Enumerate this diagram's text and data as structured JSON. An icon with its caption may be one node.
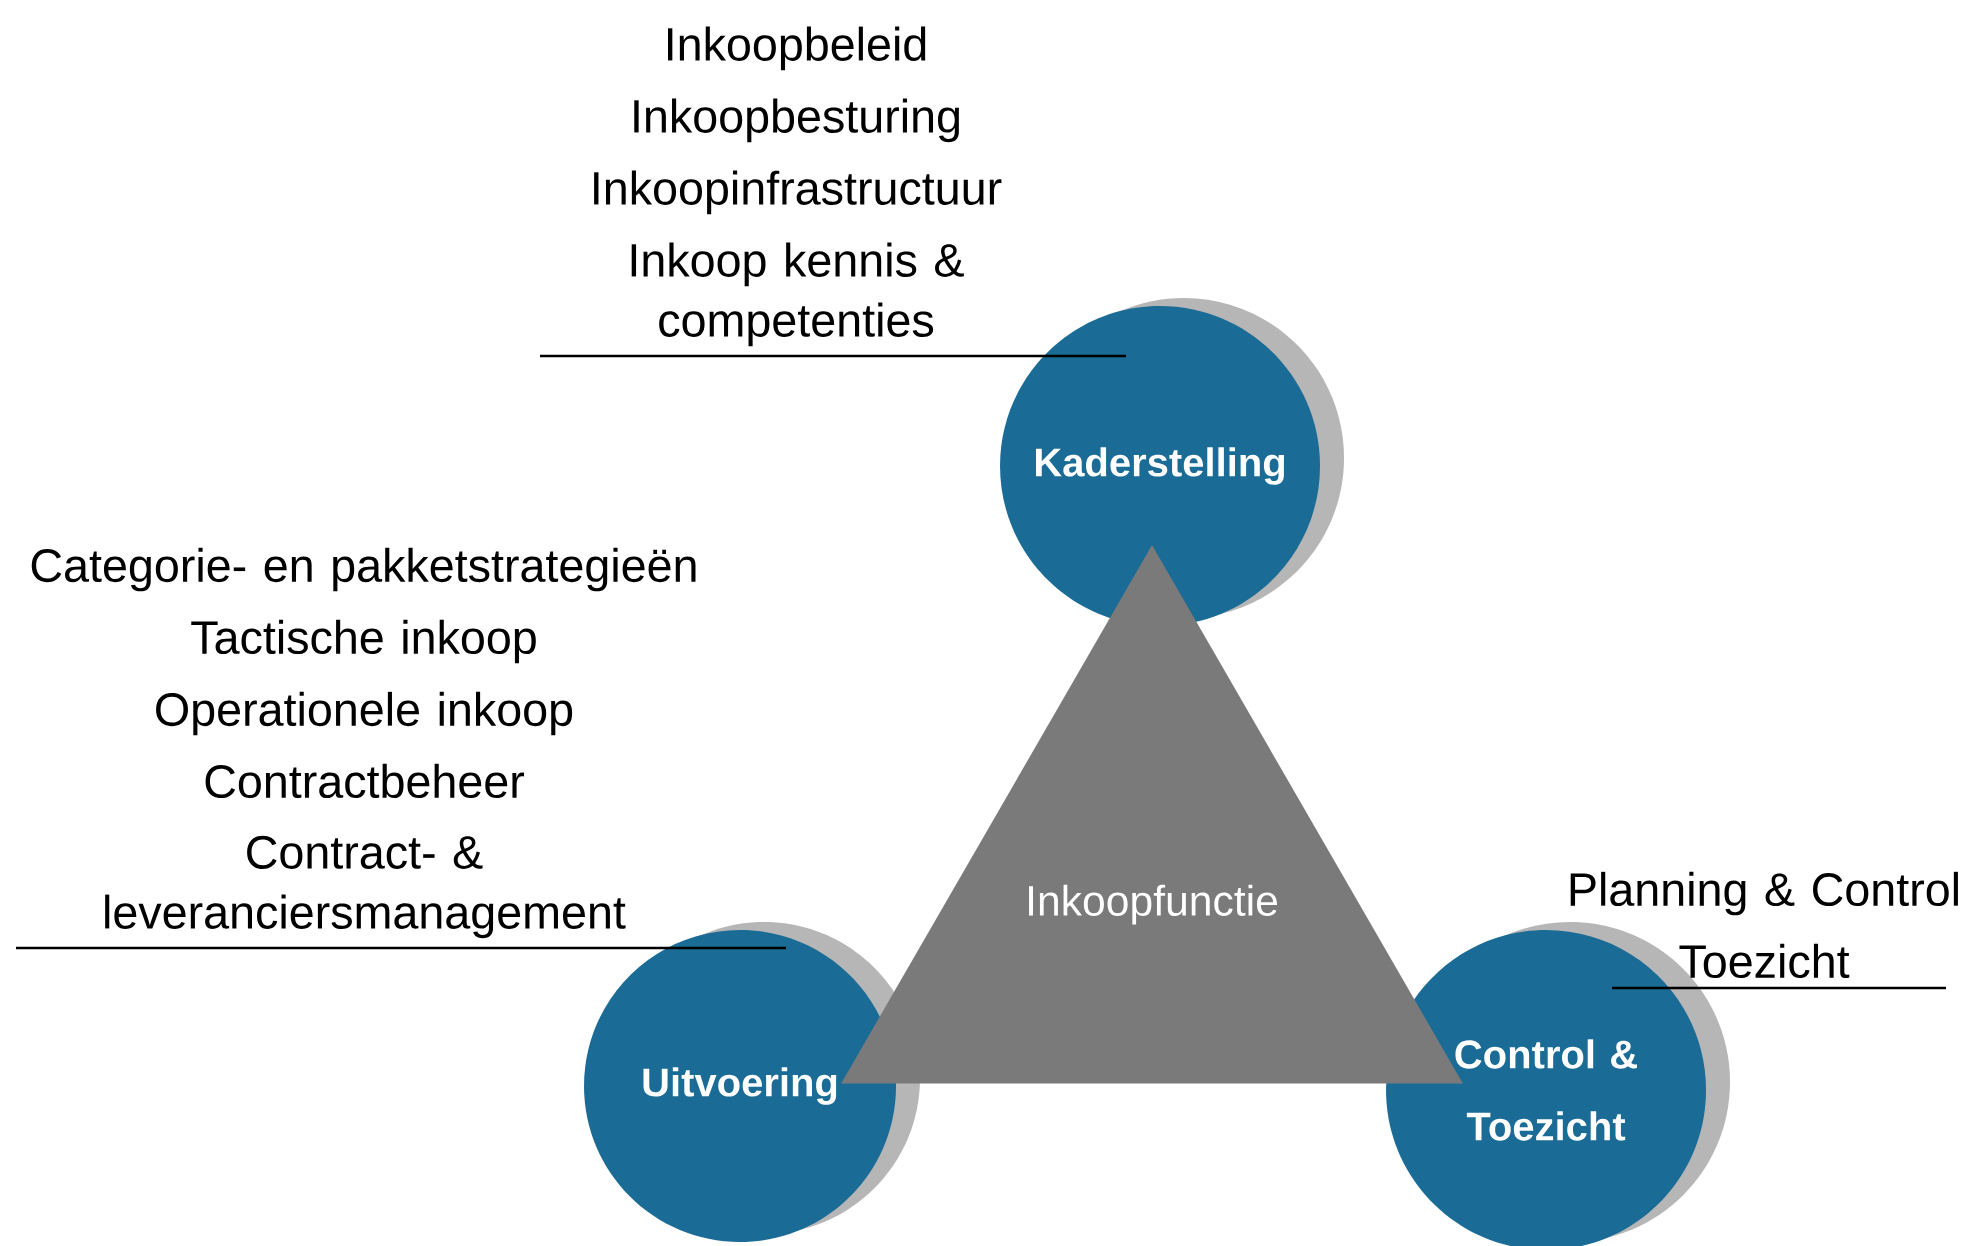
{
  "diagram": {
    "nodes": [
      {
        "text": [
          "Inkoopbeleid",
          "Inkoopbesturing",
          "Inkoopinfrastructuur",
          "Inkoop kennis & competenties"
        ]
      },
      {
        "text": [
          "Kaderstelling"
        ]
      },
      {
        "text": [
          "Categorie- en pakketstrategieën",
          "Tactische inkoop",
          "Operationele inkoop",
          "Contractbeheer",
          "Contract- & leveranciersmanagement"
        ]
      },
      {
        "text": [
          "Inkoopfunctie"
        ]
      },
      {
        "text": [
          "Planning & Control",
          "Toezicht"
        ]
      },
      {
        "text": [
          "Uitvoering"
        ]
      },
      {
        "text": [
          "Control & Toezicht"
        ]
      }
    ],
    "edges": [
      {
        "from": 0,
        "to": 1,
        "arrow": "none"
      },
      {
        "from": 2,
        "to": 5,
        "arrow": "none"
      },
      {
        "from": 4,
        "to": 6,
        "arrow": "none"
      }
    ]
  }
}
